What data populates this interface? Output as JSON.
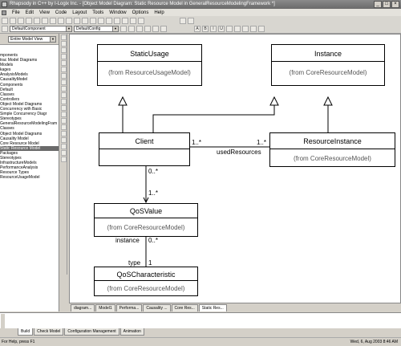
{
  "window": {
    "title": "Rhapsody in C++ by I-Logix Inc. - [Object Model Diagram: Static Resource Model in GeneralResourceModelingFramework *]",
    "buttons": [
      "_",
      "□",
      "×"
    ]
  },
  "menu": [
    "File",
    "Edit",
    "View",
    "Code",
    "Layout",
    "Tools",
    "Window",
    "Options",
    "Help"
  ],
  "toolbar": {
    "component": "DefaultComponent",
    "config": "DefaultConfig"
  },
  "browser": {
    "view": "Entire Model View",
    "items": [
      "mponents",
      "trac Model Diagrams",
      "Models",
      "kages",
      "AnalysisModels",
      "CausalityModel",
      "Components",
      "Default",
      "Classes",
      "Controllers",
      "Object Model Diagrams",
      "Concurrency with Basic",
      "Simple Concurrency Diagr",
      "Stereotypes",
      "GeneralResourceModelingFram",
      "Classes",
      "Object Model Diagrams",
      "Causality Model",
      "Core Resource Model",
      "Static Resource Model",
      "Packages",
      "Stereotypes",
      "InfrastructureModels",
      "PerformanceAnalysis",
      "Resource Types",
      "ResourceUsageModel"
    ],
    "selected_index": 19
  },
  "diagram": {
    "classes": {
      "static_usage": {
        "name": "StaticUsage",
        "from": "(from ResourceUsageModel)"
      },
      "instance": {
        "name": "Instance",
        "from": "(from CoreResourceModel)"
      },
      "client": {
        "name": "Client"
      },
      "resource_instance": {
        "name": "ResourceInstance",
        "from": "(from CoreResourceModel)"
      },
      "qos_value": {
        "name": "QoSValue",
        "from": "(from CoreResourceModel)"
      },
      "qos_characteristic": {
        "name": "QoSCharacteristic",
        "from": "(from CoreResourceModel)"
      }
    },
    "labels": {
      "client_to_ri_mult_left": "1..*",
      "client_to_ri_mult_right": "1..*",
      "used_resources": "usedResources",
      "client_qos_top": "0..*",
      "client_qos_bottom": "1..*",
      "instance_role": "instance",
      "instance_mult": "0..*",
      "type_role": "type",
      "type_mult": "1"
    }
  },
  "diagram_tabs": [
    "diagram...",
    "Model1",
    "Performa...",
    "Causality ...",
    "Core Res...",
    "Static Res..."
  ],
  "output_tabs": [
    "Build",
    "Check Model",
    "Configuration Management",
    "Animation"
  ],
  "status": {
    "left": "For Help, press F1",
    "right": "Wed, 6, Aug 2003   8:46 AM"
  }
}
